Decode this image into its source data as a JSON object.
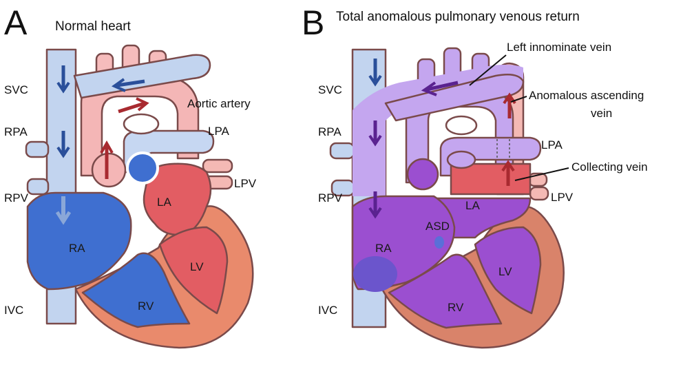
{
  "panel_a": {
    "letter": "A",
    "title": "Normal heart",
    "labels": {
      "svc": "SVC",
      "rpa": "RPA",
      "rpv": "RPV",
      "ivc": "IVC",
      "aortic_artery": "Aortic artery",
      "lpa": "LPA",
      "lpv": "LPV",
      "la": "LA",
      "ra": "RA",
      "lv": "LV",
      "rv": "RV"
    }
  },
  "panel_b": {
    "letter": "B",
    "title": "Total anomalous pulmonary venous return",
    "labels": {
      "svc": "SVC",
      "rpa": "RPA",
      "rpv": "RPV",
      "ivc": "IVC",
      "left_innominate_vein": "Left innominate vein",
      "anomalous_ascending_vein_1": "Anomalous ascending",
      "anomalous_ascending_vein_2": "vein",
      "lpa": "LPA",
      "collecting_vein": "Collecting vein",
      "lpv": "LPV",
      "la": "LA",
      "asd": "ASD",
      "ra": "RA",
      "lv": "LV",
      "rv": "RV"
    }
  },
  "colors": {
    "deoxygenated": "#3f6fd0",
    "vein_light": "#bcd0ef",
    "oxygenated_light": "#f2b3b3",
    "oxygenated": "#e0636b",
    "ventricle": "#e9866a",
    "mixed": "#9b4fd0",
    "mixed_light": "#c4a6ef",
    "arrow_blue": "#2a4f9a",
    "arrow_red": "#a82a30",
    "arrow_purple": "#5a2290"
  }
}
